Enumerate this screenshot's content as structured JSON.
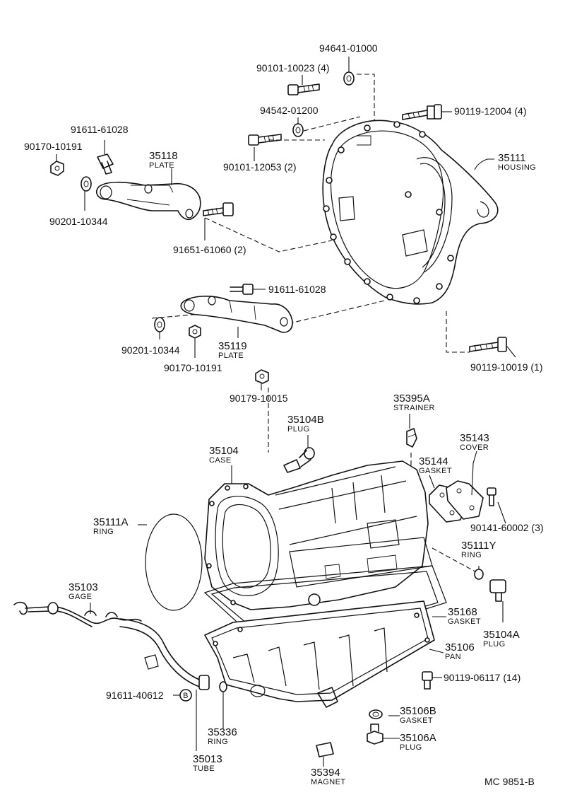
{
  "diagram_code": "MC 9851-B",
  "circle_b_mark": "B",
  "parts": {
    "p94641": "94641-01000",
    "p90101_10023": "90101-10023 (4)",
    "p94542": "94542-01200",
    "p90101_12053": "90101-12053 (2)",
    "p90119_12004": "90119-12004 (4)",
    "p35111_num": "35111",
    "p35111_lbl": "HOUSING",
    "p91611_61028_a": "91611-61028",
    "p90170_10191_a": "90170-10191",
    "p35118_num": "35118",
    "p35118_lbl": "PLATE",
    "p90201_10344_a": "90201-10344",
    "p91651_61060": "91651-61060 (2)",
    "p91611_61028_b": "91611-61028",
    "p90201_10344_b": "90201-10344",
    "p35119_num": "35119",
    "p35119_lbl": "PLATE",
    "p90170_10191_b": "90170-10191",
    "p90119_10019": "90119-10019 (1)",
    "p90179_10015": "90179-10015",
    "p35395A_num": "35395A",
    "p35395A_lbl": "STRAINER",
    "p35104B_num": "35104B",
    "p35104B_lbl": "PLUG",
    "p35143_num": "35143",
    "p35143_lbl": "COVER",
    "p35104_num": "35104",
    "p35104_lbl": "CASE",
    "p35144_num": "35144",
    "p35144_lbl": "GASKET",
    "p35111A_num": "35111A",
    "p35111A_lbl": "RING",
    "p90141_60002": "90141-60002 (3)",
    "p35111Y_num": "35111Y",
    "p35111Y_lbl": "RING",
    "p35103_num": "35103",
    "p35103_lbl": "GAGE",
    "p35168_num": "35168",
    "p35168_lbl": "GASKET",
    "p35104A_num": "35104A",
    "p35104A_lbl": "PLUG",
    "p35106_num": "35106",
    "p35106_lbl": "PAN",
    "p90119_06117": "90119-06117 (14)",
    "p91611_40612": "91611-40612",
    "p35106B_num": "35106B",
    "p35106B_lbl": "GASKET",
    "p35336_num": "35336",
    "p35336_lbl": "RING",
    "p35106A_num": "35106A",
    "p35106A_lbl": "PLUG",
    "p35013_num": "35013",
    "p35013_lbl": "TUBE",
    "p35394_num": "35394",
    "p35394_lbl": "MAGNET"
  }
}
